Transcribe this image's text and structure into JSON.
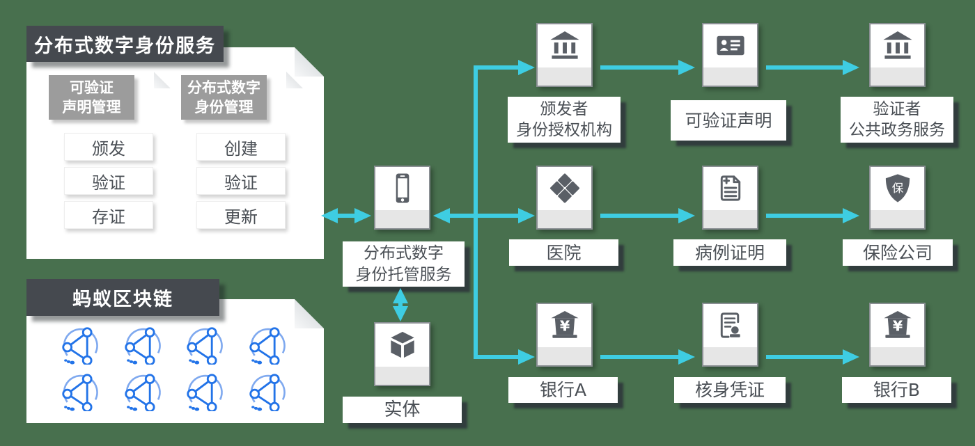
{
  "colors": {
    "background": "#48704E",
    "accent_cyan": "#3ECDE2",
    "header_dark": "#45494F",
    "icon_gray": "#5A5F66",
    "node_blue": "#2273E8"
  },
  "service_box": {
    "title": "分布式数字身份服务",
    "panels": [
      {
        "header_line1": "可验证",
        "header_line2": "声明管理",
        "items": [
          "颁发",
          "验证",
          "存证"
        ]
      },
      {
        "header_line1": "分布式数字",
        "header_line2": "身份管理",
        "items": [
          "创建",
          "验证",
          "更新"
        ]
      }
    ]
  },
  "blockchain_box": {
    "title": "蚂蚁区块链",
    "node_count": 8
  },
  "hosting": {
    "label_line1": "分布式数字",
    "label_line2": "身份托管服务"
  },
  "entity": {
    "label": "实体"
  },
  "rows": [
    {
      "nodes": [
        {
          "icon": "bank-icon",
          "label_line1": "颁发者",
          "label_line2": "身份授权机构"
        },
        {
          "icon": "id-card-icon",
          "label_line1": "可验证声明"
        },
        {
          "icon": "bank-icon",
          "label_line1": "验证者",
          "label_line2": "公共政务服务"
        }
      ]
    },
    {
      "nodes": [
        {
          "icon": "hospital-cross-icon",
          "label_line1": "医院"
        },
        {
          "icon": "medical-record-icon",
          "label_line1": "病例证明"
        },
        {
          "icon": "shield-bao-icon",
          "label_line1": "保险公司"
        }
      ]
    },
    {
      "nodes": [
        {
          "icon": "bank-yuan-icon",
          "label_line1": "银行A"
        },
        {
          "icon": "stamp-certificate-icon",
          "label_line1": "核身凭证"
        },
        {
          "icon": "bank-yuan-icon",
          "label_line1": "银行B"
        }
      ]
    }
  ],
  "icons": {
    "shield_char": "保",
    "yuan_char": "¥"
  }
}
